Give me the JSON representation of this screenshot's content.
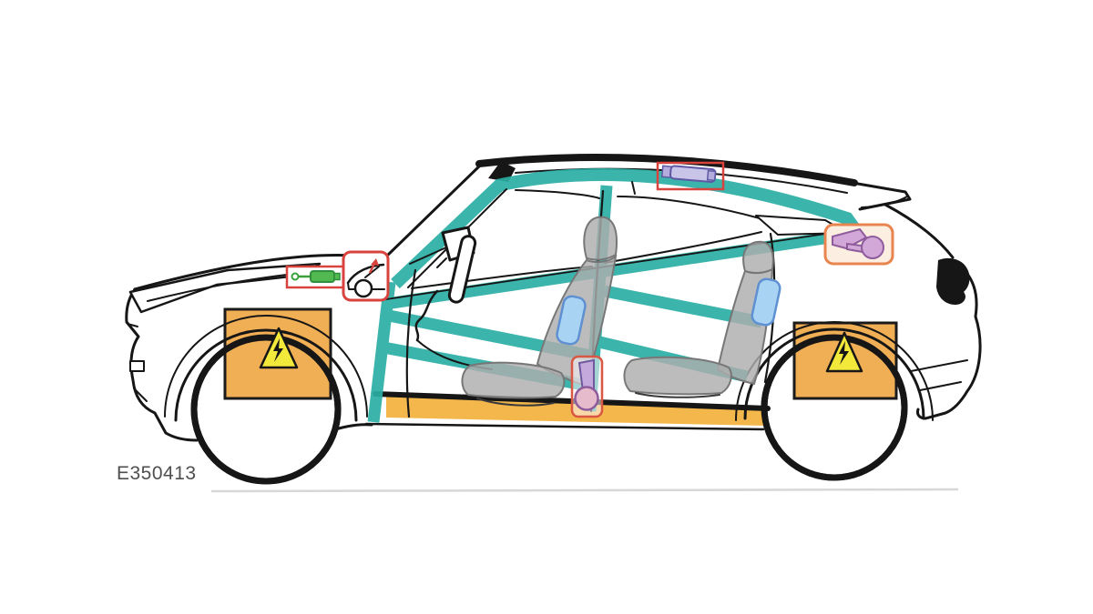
{
  "figure": {
    "label": "E350413",
    "kind": "vehicle-emergency-rescue-diagram",
    "view": "suv-side-profile-line-art"
  },
  "colors": {
    "body_structure_teal": "#2baea4",
    "high_voltage_orange": "#f1af55",
    "rocker_orange": "#f4b74b",
    "warning_yellow": "#f3e93b",
    "callout_red": "#d8433e",
    "callout_orange": "#e8854f",
    "pyro_purple": "#d2a8d8",
    "inflator_lavender": "#c9c5e8",
    "airbag_blue": "#a9d3f2",
    "seat_gray": "#adadad",
    "line_ink": "#161616",
    "label_gray": "#4f4f4f"
  },
  "components": [
    {
      "id": "hood-gas-strut",
      "icon": "gas-strut-icon",
      "frame": "red-rectangle"
    },
    {
      "id": "hood-release",
      "icon": "open-hood-arrow-icon",
      "frame": "red-rounded-square"
    },
    {
      "id": "roof-curtain-airbag-inflator",
      "icon": "inflator-cylinder-icon",
      "frame": "red-rectangle"
    },
    {
      "id": "b-pillar-seatbelt-pretensioner",
      "icon": "pretensioner-icon",
      "frame": "red-rounded-rectangle"
    },
    {
      "id": "c-pillar-seatbelt-retractor",
      "icon": "retractor-icon",
      "frame": "orange-rounded-rectangle"
    },
    {
      "id": "front-seat-side-airbag",
      "icon": "airbag-module-icon"
    },
    {
      "id": "rear-seat-side-airbag",
      "icon": "airbag-module-icon"
    },
    {
      "id": "front-axle-high-voltage-area",
      "icon": "high-voltage-warning-triangle"
    },
    {
      "id": "rear-axle-high-voltage-area",
      "icon": "high-voltage-warning-triangle"
    },
    {
      "id": "rocker-high-voltage-battery-strip"
    },
    {
      "id": "reinforced-body-structure-teal"
    }
  ]
}
